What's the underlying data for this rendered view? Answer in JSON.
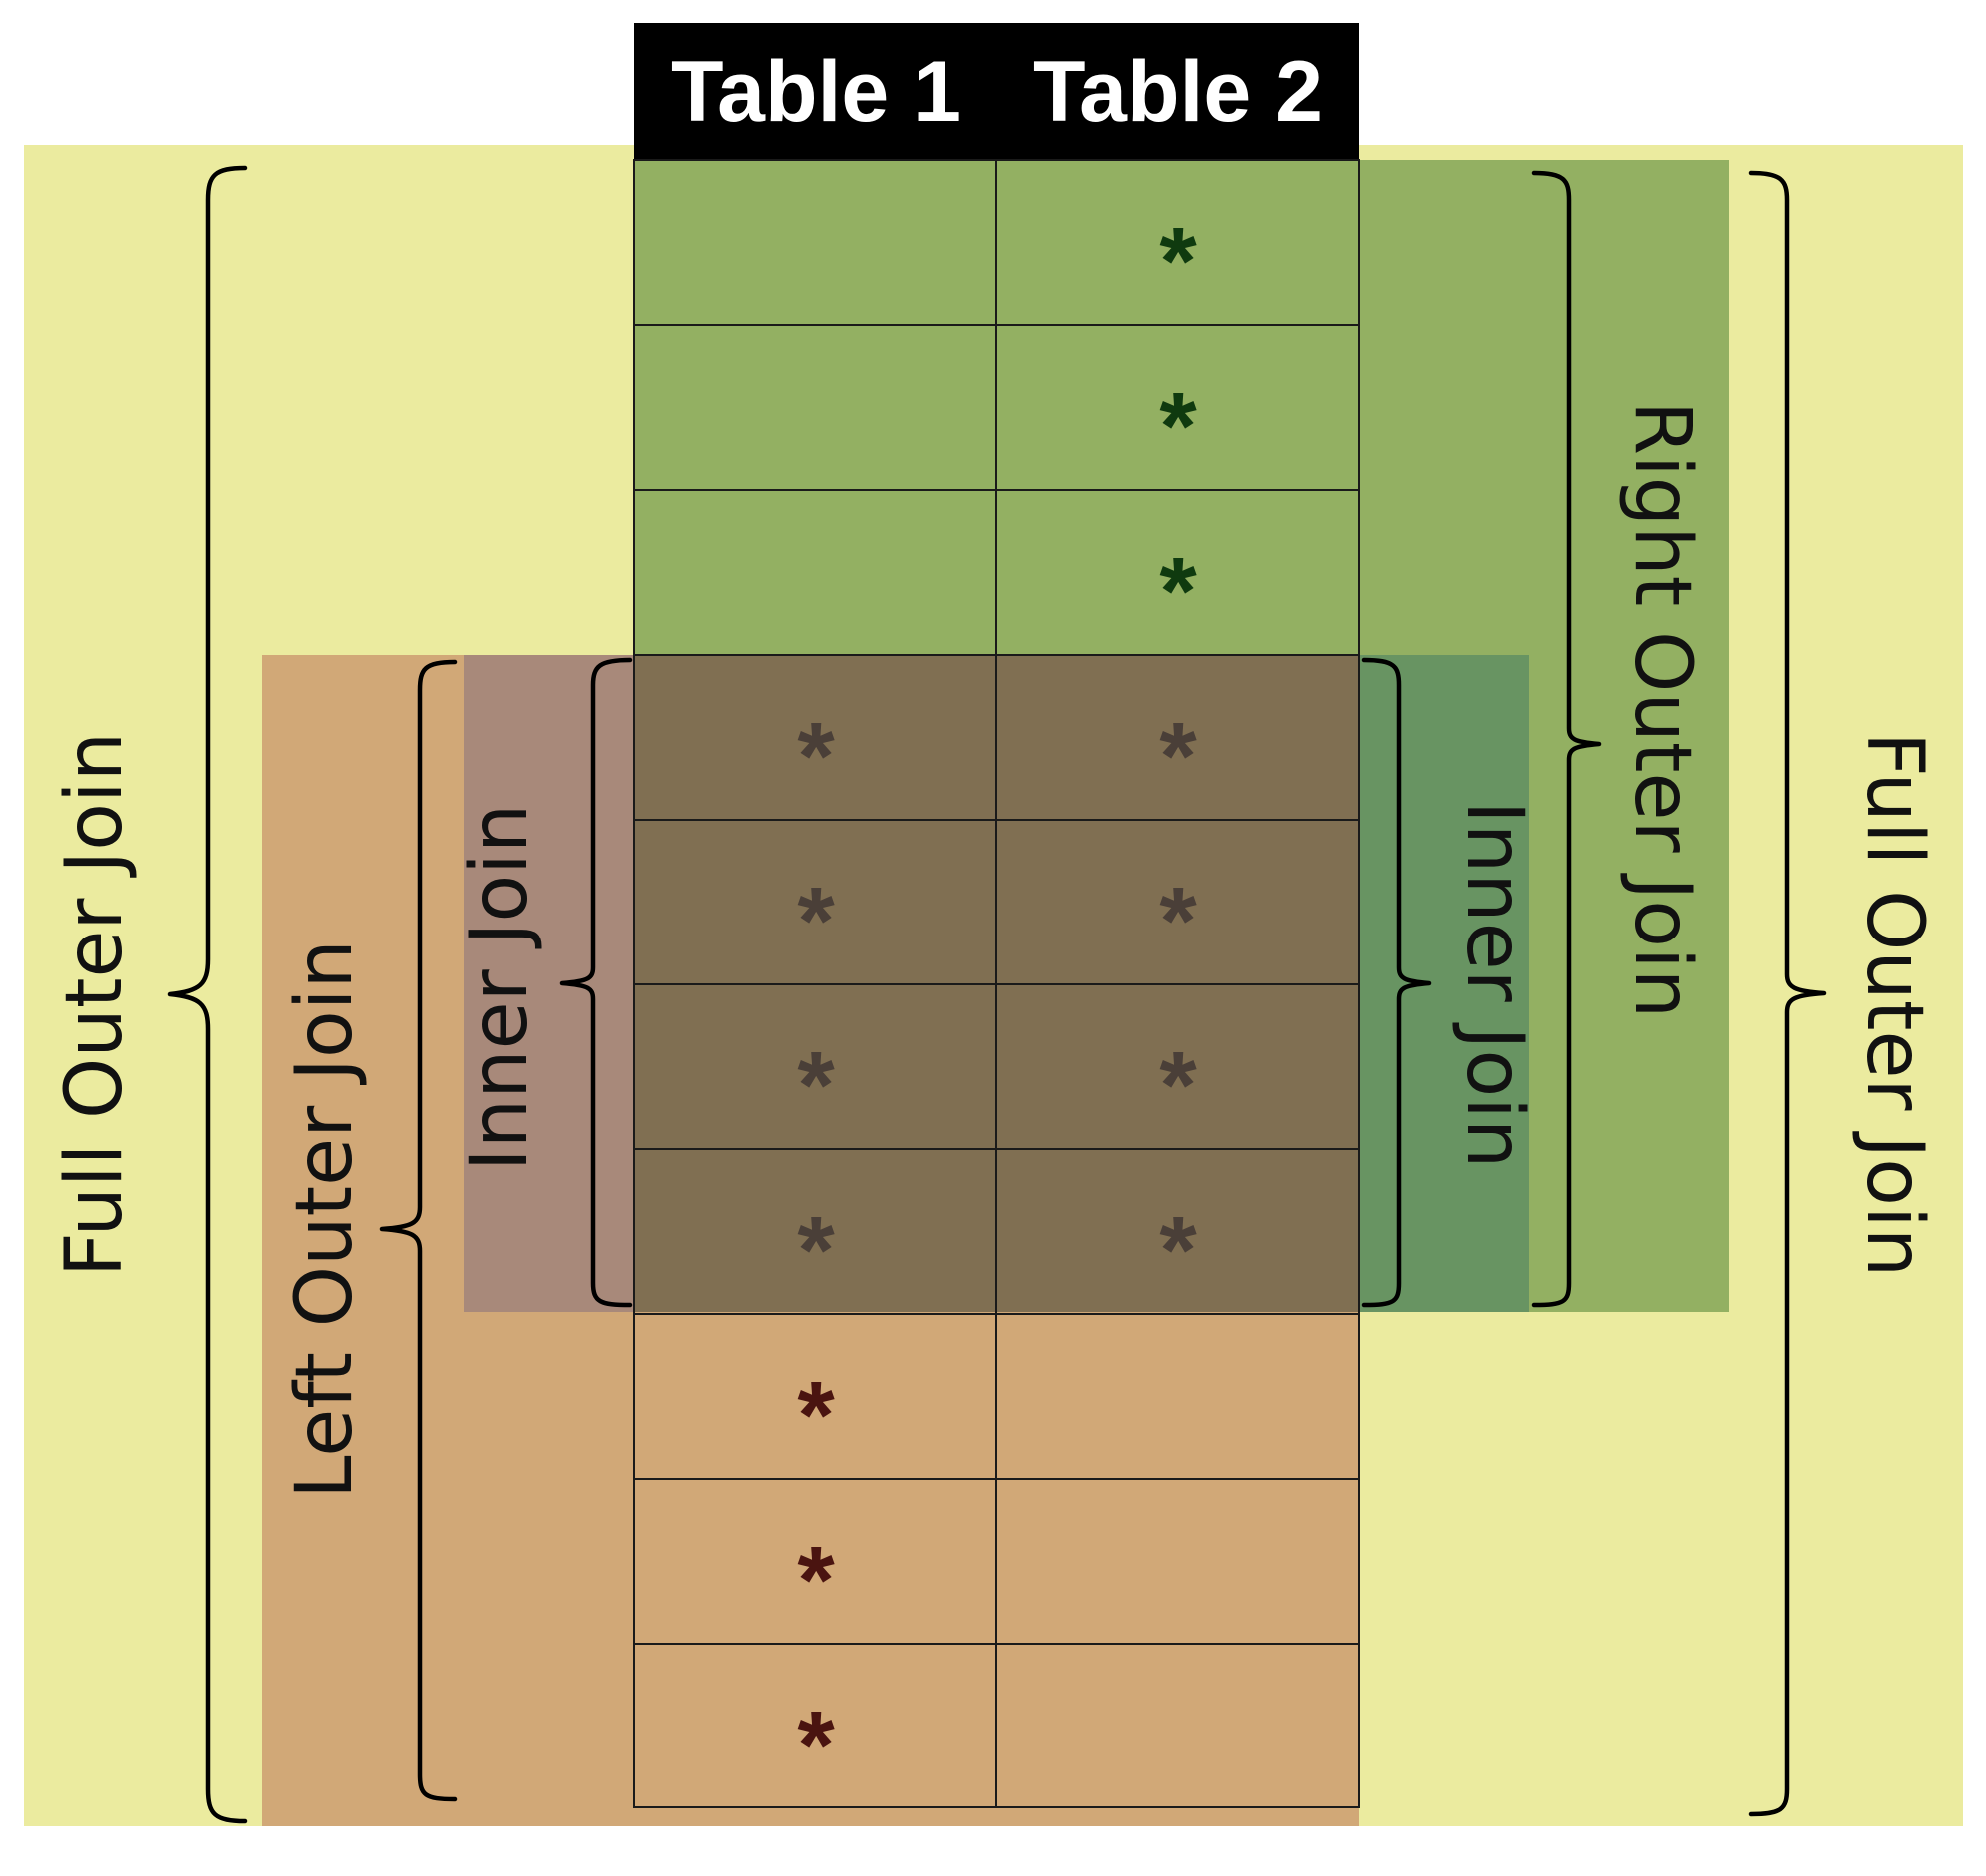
{
  "headers": {
    "table1": "Table 1",
    "table2": "Table 2"
  },
  "cell_marker": "*",
  "labels": {
    "full_outer_left": "Full Outer Join",
    "left_outer": "Left Outer Join",
    "inner_left": "Inner Join",
    "inner_right": "Inner Join",
    "right_outer": "Right Outer Join",
    "full_outer_right": "Full Outer Join"
  },
  "colors": {
    "full_outer": "#ebeb9f",
    "right_outer": "#93b062",
    "left_outer": "#d1a877",
    "inner_overlap": "#806f52",
    "inner_left_band": "#a8897a",
    "inner_right_band": "#689462",
    "star_green": "#0f3a0f",
    "star_gray": "#4a3f38",
    "star_brown": "#4a1410",
    "header_bg": "#000000"
  },
  "rows": [
    {
      "table1": false,
      "table2": true
    },
    {
      "table1": false,
      "table2": true
    },
    {
      "table1": false,
      "table2": true
    },
    {
      "table1": true,
      "table2": true
    },
    {
      "table1": true,
      "table2": true
    },
    {
      "table1": true,
      "table2": true
    },
    {
      "table1": true,
      "table2": true
    },
    {
      "table1": true,
      "table2": false
    },
    {
      "table1": true,
      "table2": false
    },
    {
      "table1": true,
      "table2": false
    }
  ]
}
